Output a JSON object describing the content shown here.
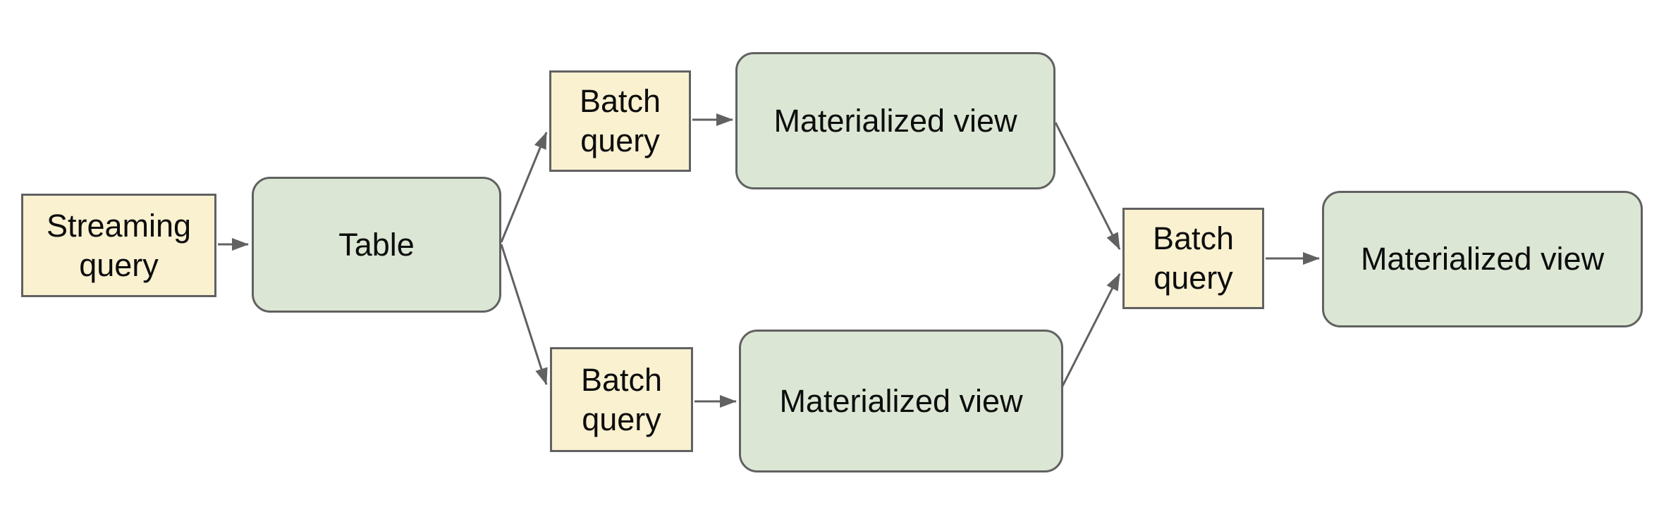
{
  "diagram": {
    "nodes": [
      {
        "id": "streaming-query",
        "label": "Streaming query",
        "shape": "rectangle",
        "fill": "#faf1d1"
      },
      {
        "id": "table",
        "label": "Table",
        "shape": "rounded-rectangle",
        "fill": "#dbe7d4"
      },
      {
        "id": "batch-query-top",
        "label": "Batch query",
        "shape": "rectangle",
        "fill": "#faf1d1"
      },
      {
        "id": "materialized-view-top",
        "label": "Materialized view",
        "shape": "rounded-rectangle",
        "fill": "#dbe7d4"
      },
      {
        "id": "batch-query-bottom",
        "label": "Batch query",
        "shape": "rectangle",
        "fill": "#faf1d1"
      },
      {
        "id": "materialized-view-bottom",
        "label": "Materialized view",
        "shape": "rounded-rectangle",
        "fill": "#dbe7d4"
      },
      {
        "id": "batch-query-right",
        "label": "Batch query",
        "shape": "rectangle",
        "fill": "#faf1d1"
      },
      {
        "id": "materialized-view-right",
        "label": "Materialized view",
        "shape": "rounded-rectangle",
        "fill": "#dbe7d4"
      }
    ],
    "edges": [
      {
        "from": "streaming-query",
        "to": "table"
      },
      {
        "from": "table",
        "to": "batch-query-top"
      },
      {
        "from": "batch-query-top",
        "to": "materialized-view-top"
      },
      {
        "from": "table",
        "to": "batch-query-bottom"
      },
      {
        "from": "batch-query-bottom",
        "to": "materialized-view-bottom"
      },
      {
        "from": "materialized-view-top",
        "to": "batch-query-right"
      },
      {
        "from": "materialized-view-bottom",
        "to": "batch-query-right"
      },
      {
        "from": "batch-query-right",
        "to": "materialized-view-right"
      }
    ],
    "colors": {
      "query_fill": "#faf1d1",
      "view_fill": "#dbe7d4",
      "border": "#616161",
      "arrow": "#616161",
      "text": "#0d0d0d",
      "background": "#ffffff"
    }
  }
}
